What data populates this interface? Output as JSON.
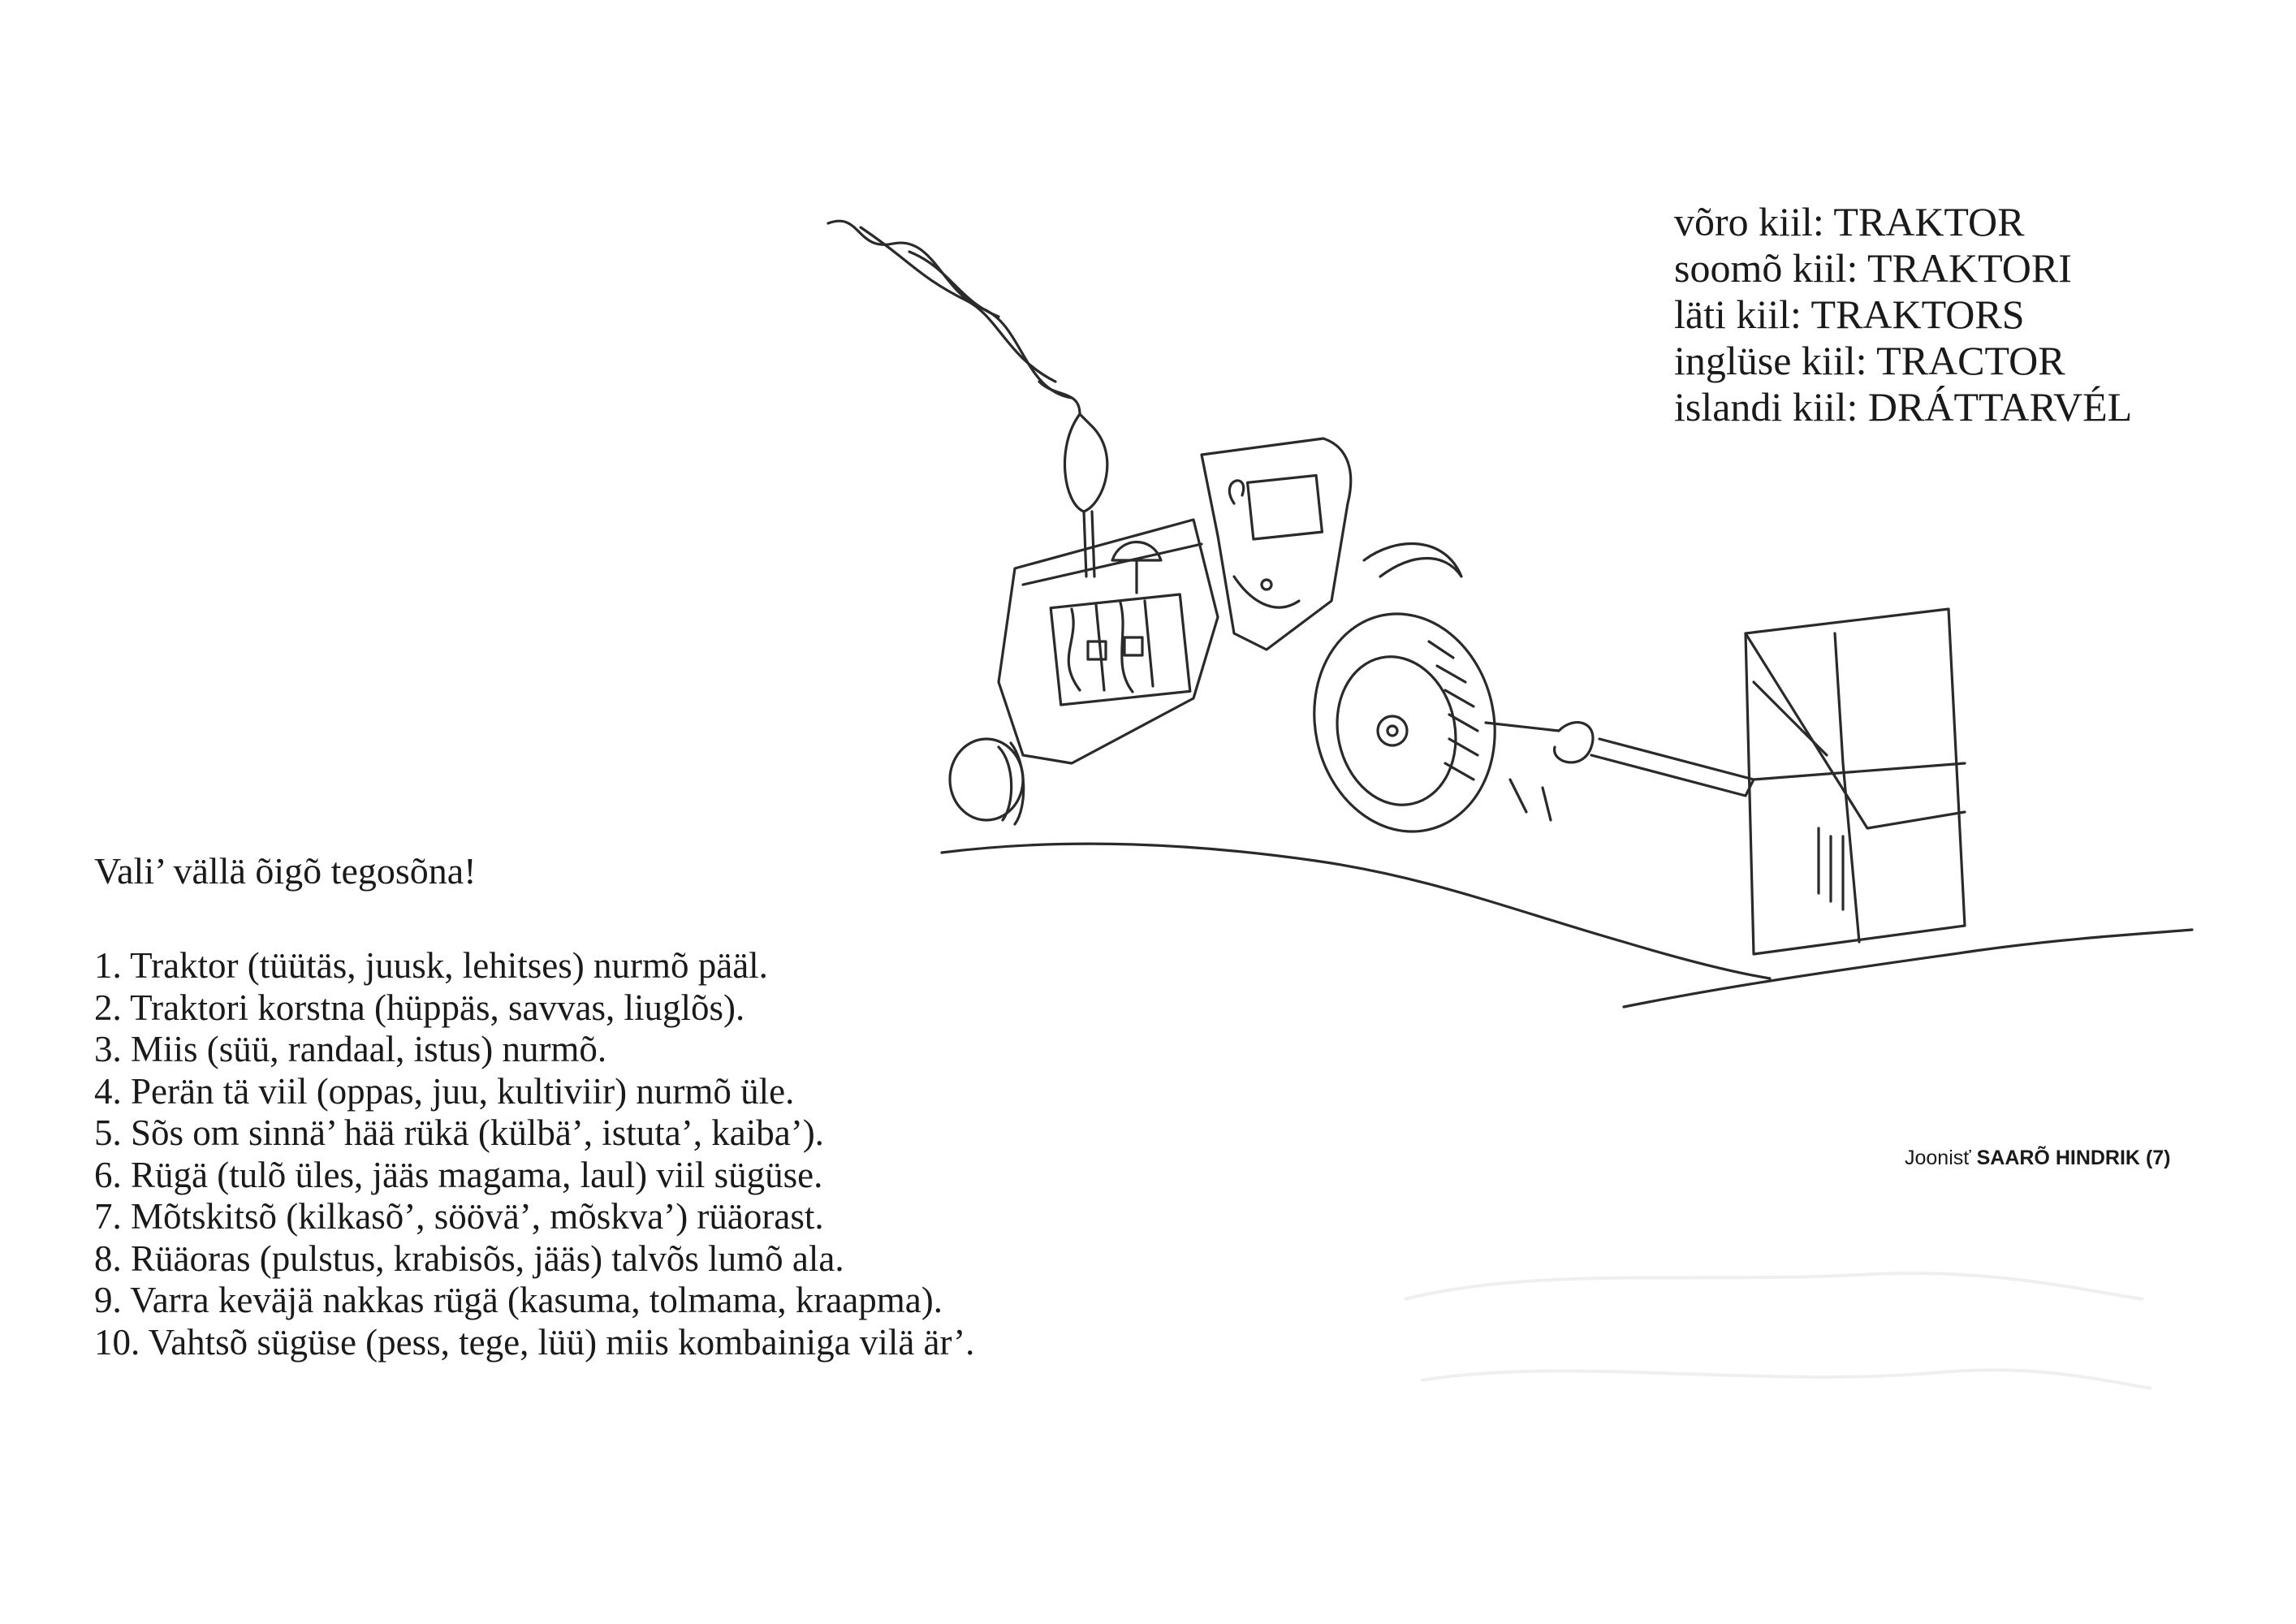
{
  "translations": [
    {
      "text": "võro kiil: TRAKTOR"
    },
    {
      "text": "soomõ kiil: TRAKTORI"
    },
    {
      "text": "läti kiil: TRAKTORS"
    },
    {
      "text": "inglüse kiil: TRACTOR"
    },
    {
      "text": "islandi kiil: DRÁTTARVÉL"
    }
  ],
  "instruction": "Vali’ vällä õigõ tegosõna!",
  "exercise": [
    "1. Traktor (tüütäs, juusk, lehitses) nurmõ pääl.",
    "2. Traktori korstna (hüppäs, savvas, liuglõs).",
    "3. Miis (süü, randaal, istus) nurmõ.",
    "4. Perän tä viil (oppas, juu, kultiviir) nurmõ üle.",
    "5. Sõs om sinnä’ hää rükä (külbä’, istuta’, kaiba’).",
    "6. Rügä (tulõ üles, jääs magama, laul) viil sügüse.",
    "7. Mõtskitsõ (kilkasõ’, söövä’, mõskva’) rüäorast.",
    "8. Rüäoras (pulstus, krabisõs, jääs) talvõs lumõ ala.",
    "9. Varra keväjä nakkas rügä (kasuma, tolmama, kraapma).",
    "10. Vahtsõ sügüse (pess, tege, lüü) miis kombainiga vilä är’."
  ],
  "credit": {
    "label": "Joonisť",
    "name": "SAARÕ HINDRIK",
    "age": "(7)"
  },
  "drawing": {
    "subject": "tractor-drawing",
    "stroke_color": "#2a2a2a"
  }
}
